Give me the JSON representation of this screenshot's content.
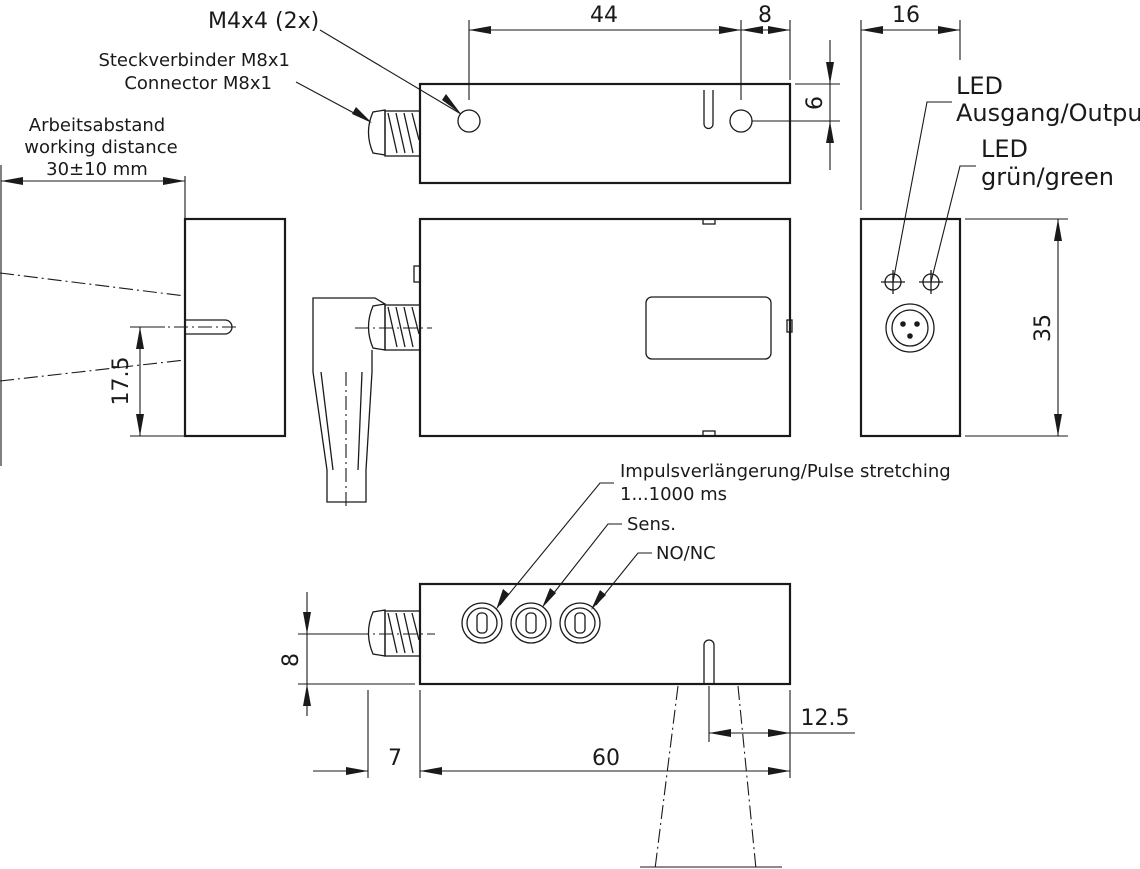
{
  "labels": {
    "mount_holes": "M4x4 (2x)",
    "connector_de": "Steckverbinder M8x1",
    "connector_en": "Connector M8x1",
    "distance_de": "Arbeitsabstand",
    "distance_en": "working distance",
    "distance_val": "30±10 mm",
    "led_output_1": "LED",
    "led_output_2": "Ausgang/Output",
    "led_green_1": "LED",
    "led_green_2": "grün/green",
    "pulse_1": "Impulsverlängerung/Pulse stretching",
    "pulse_2": "1...1000 ms",
    "sens": "Sens.",
    "nonc": "NO/NC"
  },
  "dimensions": {
    "d44": "44",
    "d8_top": "8",
    "d16": "16",
    "d6": "6",
    "d35": "35",
    "d17_5": "17.5",
    "d8_left": "8",
    "d7": "7",
    "d60": "60",
    "d12_5": "12.5"
  }
}
